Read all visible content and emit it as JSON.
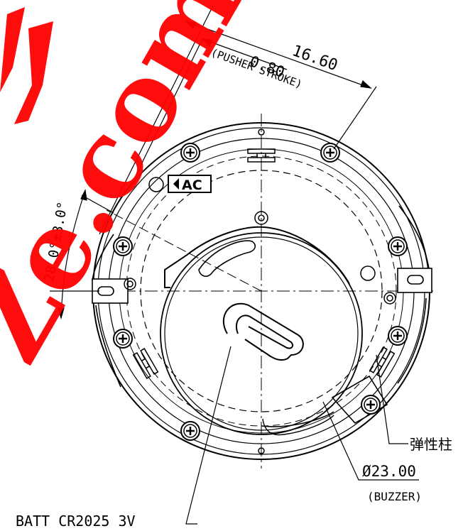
{
  "dimensions": {
    "overall_width": "16.60",
    "pusher_stroke_value": "0.80",
    "pusher_stroke_label": "(PUSHER STROKE)",
    "angle": "28.0°±3.0°",
    "buzzer_diameter": "Ø23.00",
    "buzzer_label": "(BUZZER)"
  },
  "labels": {
    "battery": "BATT CR2025 3V",
    "elastic_post": "弹性柱",
    "ac_mark": "AC"
  },
  "watermark": {
    "text": "Ze.com",
    "color": "#ff0000"
  },
  "colors": {
    "line": "#000000",
    "background": "#ffffff"
  }
}
